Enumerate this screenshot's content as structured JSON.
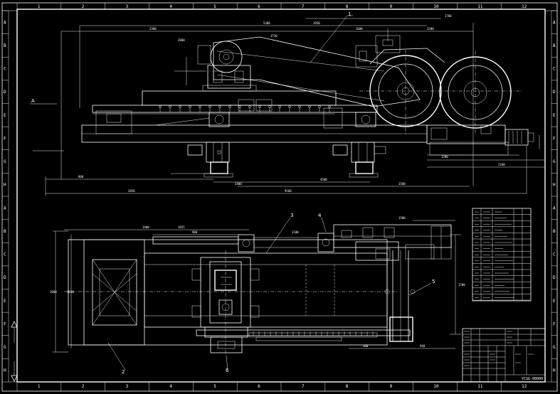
{
  "frame": {
    "zones_left": [
      "A",
      "B",
      "C",
      "D",
      "E",
      "F",
      "G",
      "H",
      "A",
      "B",
      "C",
      "D",
      "E",
      "F",
      "G",
      "H"
    ],
    "zones_bottom": [
      "1",
      "2",
      "3",
      "4",
      "5",
      "6",
      "7",
      "8",
      "9",
      "10",
      "11",
      "12"
    ]
  },
  "callouts": {
    "c1": "1",
    "c2": "2",
    "c3": "3",
    "c4": "4",
    "c5": "5",
    "c6": "6",
    "view_mark": "A"
  },
  "elevation_dims": [
    "5300",
    "1950",
    "2300",
    "1600",
    "3200",
    "3750",
    "2800",
    "1700",
    "9100",
    "2850",
    "800",
    "1500",
    "4500",
    "1200",
    "2180",
    "2400"
  ],
  "plan_dims": [
    "2000",
    "1830",
    "1400",
    "900",
    "1500",
    "1700",
    "300",
    "1100",
    "940",
    "1025"
  ],
  "title_block": {
    "drawing_no": "YCSG-00000"
  },
  "colors": {
    "background": "#000000",
    "lines": "#ffffff"
  }
}
